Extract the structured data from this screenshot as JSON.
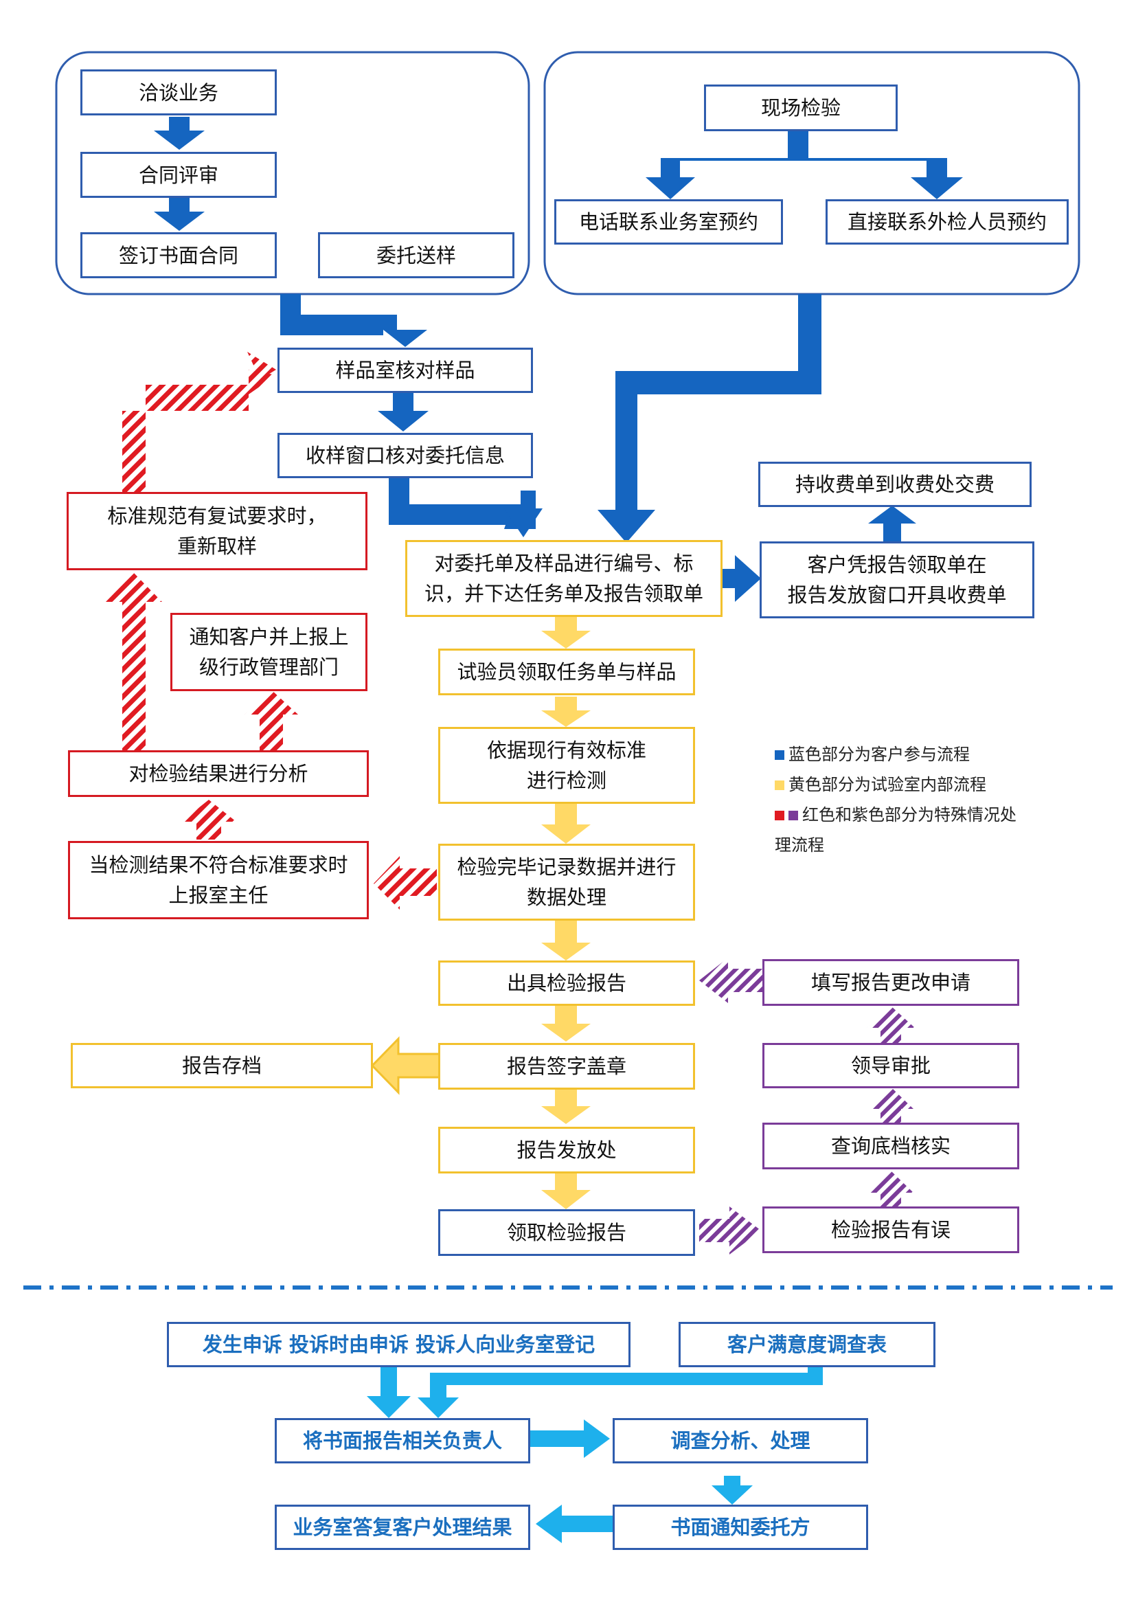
{
  "colors": {
    "blue": "#1565C0",
    "yellow": "#FFD966",
    "red": "#E01B22",
    "purple": "#7B3C99",
    "cyan": "#1EB0EC",
    "box_border_blue": "#2F5DAE"
  },
  "nodes": {
    "negotiate": "洽谈业务",
    "contract_review": "合同评审",
    "sign_contract": "签订书面合同",
    "entrust_sample": "委托送样",
    "onsite_inspection": "现场检验",
    "phone_reserve": "电话联系业务室预约",
    "direct_reserve": "直接联系外检人员预约",
    "sample_check": "样品室核对样品",
    "window_check": "收样窗口核对委托信息",
    "numbering": [
      "对委托单及样品进行编号、标",
      "识，并下达任务单及报告领取单"
    ],
    "fee_pay": "持收费单到收费处交费",
    "fee_slip": [
      "客户凭报告领取单在",
      "报告发放窗口开具收费单"
    ],
    "retest_resample": [
      "标准规范有复试要求时，",
      "重新取样"
    ],
    "notify_client": [
      "通知客户并上报上",
      "级行政管理部门"
    ],
    "analyze_result": "对检验结果进行分析",
    "report_director": [
      "当检测结果不符合标准要求时",
      "上报室主任"
    ],
    "tester_receive": "试验员领取任务单与样品",
    "test_by_standard": [
      "依据现行有效标准",
      "进行检测"
    ],
    "record_data": [
      "检验完毕记录数据并进行",
      "数据处理"
    ],
    "issue_report": "出具检验报告",
    "report_archive": "报告存档",
    "sign_seal": "报告签字盖章",
    "report_dispatch": "报告发放处",
    "collect_report": "领取检验报告",
    "change_request": "填写报告更改申请",
    "leader_approval": "领导审批",
    "archive_verify": "查询底档核实",
    "report_error": "检验报告有误",
    "complaint": "发生申诉 投诉时由申诉 投诉人向业务室登记",
    "survey": "客户满意度调查表",
    "to_responsible": "将书面报告相关负责人",
    "investigate": "调查分析、处理",
    "written_notice": "书面通知委托方",
    "reply_client": "业务室答复客户处理结果"
  },
  "legend": [
    {
      "color": "#1565C0",
      "text": "蓝色部分为客户参与流程"
    },
    {
      "color": "#FFD966",
      "text": "黄色部分为试验室内部流程"
    },
    {
      "color": "#E01B22",
      "color2": "#7B3C99",
      "text": "红色和紫色部分为特殊情况处",
      "text2": "理流程"
    }
  ]
}
